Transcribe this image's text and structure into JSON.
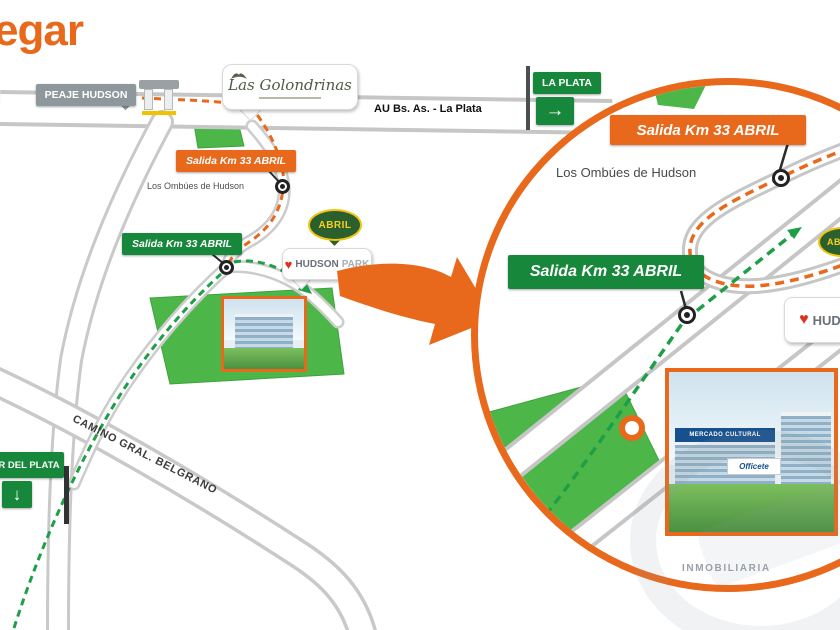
{
  "page": {
    "title": "egar"
  },
  "colors": {
    "orange": "#E8681C",
    "sign_green": "#17873C",
    "land_green": "#4CB748",
    "road_border": "#C6C6C6"
  },
  "map": {
    "highway_label": "AU Bs. As. - La Plata",
    "camino_label": "CAMINO GRAL. BELGRANO",
    "ombues_label": "Los Ombúes de Hudson",
    "peaje_sign": "PEAJE HUDSON",
    "golondrinas_sign": "Las Golondrinas",
    "la_plata_sign": "LA PLATA",
    "salida_orange_sign": "Salida Km 33 ABRIL",
    "salida_green_sign": "Salida Km 33 ABRIL",
    "mar_del_plata_sign": "R DEL PLATA",
    "abril_logo": "ABRIL",
    "hudson_park_bold": "HUDSON",
    "hudson_park_light": "PARK"
  },
  "inset": {
    "salida_orange_sign": "Salida Km 33 ABRIL",
    "ombues_label": "Los Ombúes de Hudson",
    "salida_green_sign": "Salida Km 33 ABRIL",
    "hudson_park_partial": "HUD",
    "abril_logo": "ABRIL",
    "building_banner": "MERCADO CULTURAL",
    "building_office": "Officete"
  },
  "icons": {
    "arrow_right": "→",
    "arrow_down": "↓",
    "heart": "♥"
  },
  "watermark": "INMOBILIARIA"
}
